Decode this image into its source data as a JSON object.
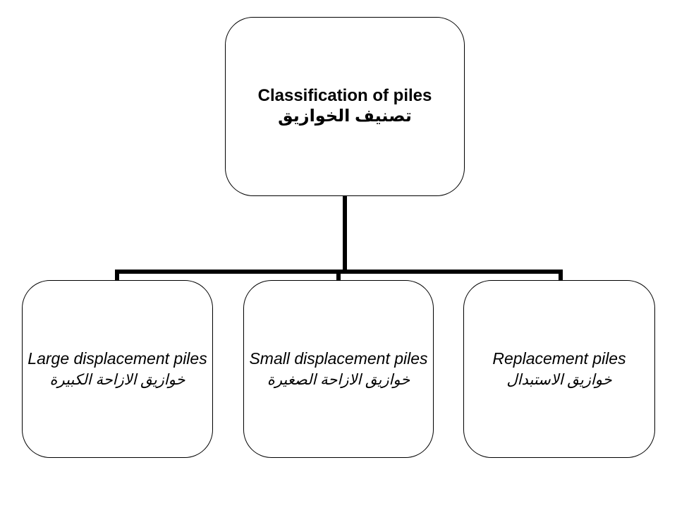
{
  "diagram": {
    "root": {
      "title_en": "Classification of piles",
      "title_ar": "تصنيف الخوازيق"
    },
    "children": [
      {
        "title_en": "Large displacement piles",
        "title_ar": "خوازيق الازاحة الكبيرة"
      },
      {
        "title_en": "Small displacement piles",
        "title_ar": "خوازيق الازاحة الصغيرة"
      },
      {
        "title_en": "Replacement piles",
        "title_ar": "خوازيق الاستبدال"
      }
    ],
    "colors": {
      "line": "#000000",
      "box_border": "#000000",
      "box_fill": "#ffffff"
    }
  }
}
